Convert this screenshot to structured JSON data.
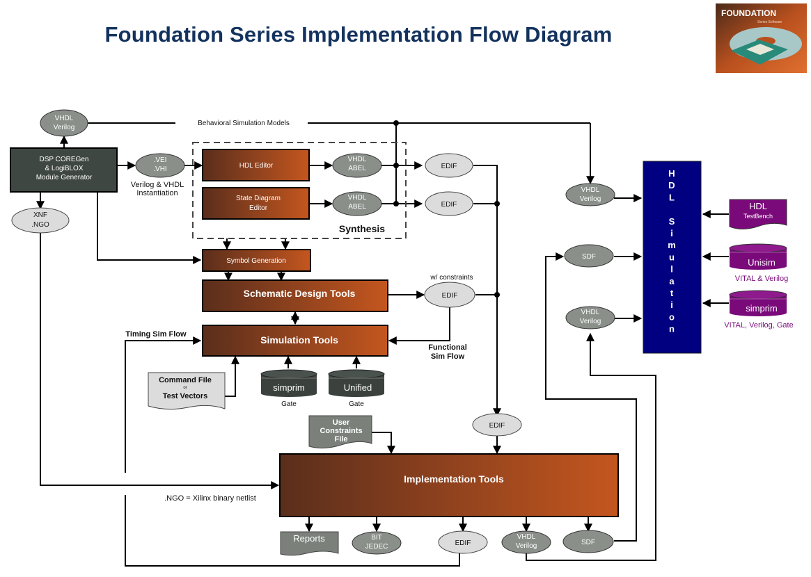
{
  "title": "Foundation Series  Implementation Flow Diagram",
  "logo": {
    "brand": "FOUNDATION",
    "tagline": "Series Software"
  },
  "colors": {
    "title": "#13325e",
    "tool_box_dark": "#5a2e1c",
    "tool_box_light": "#c4561f",
    "module_gen_box": "#3f4742",
    "dark_oval": "#8a8f8a",
    "light_oval": "#dcdcdc",
    "hdl_sim_box": "#000080",
    "purple": "#7a0a7a",
    "database_dark": "#3b423e"
  },
  "nodes": {
    "module_generator": [
      "DSP COREGen",
      "& LogiBLOX",
      "Module Generator"
    ],
    "vhdl_verilog_top": [
      "VHDL",
      "Verilog"
    ],
    "xnf_ngo": [
      "XNF",
      ".NGO"
    ],
    "vei_vhi": [
      ".VEI",
      ".VHI"
    ],
    "instantiation_label": [
      "Verilog & VHDL",
      "Instantiation"
    ],
    "behavioral_label": "Behavioral Simulation Models",
    "hdl_editor": "HDL Editor",
    "state_diagram_editor": [
      "State Diagram",
      "Editor"
    ],
    "vhdl_abel_1": [
      "VHDL",
      "ABEL"
    ],
    "vhdl_abel_2": [
      "VHDL",
      "ABEL"
    ],
    "synthesis_label": "Synthesis",
    "edif_1": "EDIF",
    "edif_2": "EDIF",
    "symbol_generation": "Symbol Generation",
    "schematic_design_tools": "Schematic Design Tools",
    "constraints_label": "w/ constraints",
    "edif_constraints": "EDIF",
    "simulation_tools": "Simulation Tools",
    "timing_sim_flow": "Timing Sim Flow",
    "functional_sim_flow": [
      "Functional",
      "Sim Flow"
    ],
    "command_file": [
      "Command File",
      "or",
      "Test Vectors"
    ],
    "simprim_db": "simprim",
    "simprim_caption": "Gate",
    "unified_db": "Unified",
    "unified_caption": "Gate",
    "edif_mid": "EDIF",
    "user_constraints": [
      "User",
      "Constraints",
      "File"
    ],
    "implementation_tools": "Implementation Tools",
    "ngo_note": ".NGO = Xilinx binary netlist",
    "reports": "Reports",
    "bit_jedec": [
      "BIT",
      "JEDEC"
    ],
    "edif_out": "EDIF",
    "vhdl_verilog_out": [
      "VHDL",
      "Verilog"
    ],
    "sdf_out": "SDF",
    "vhdl_verilog_sim_top": [
      "VHDL",
      "Verilog"
    ],
    "sdf_sim": "SDF",
    "vhdl_verilog_sim_bottom": [
      "VHDL",
      "Verilog"
    ],
    "hdl_simulation": [
      "H",
      "D",
      "L",
      "",
      "S",
      "i",
      "m",
      "u",
      "l",
      "a",
      "t",
      "i",
      "o",
      "n"
    ],
    "hdl_testbench": [
      "HDL",
      "TestBench"
    ],
    "unisim_db": "Unisim",
    "unisim_caption": "VITAL & Verilog",
    "simprim_sim_db": "simprim",
    "simprim_sim_caption": "VITAL, Verilog, Gate"
  }
}
